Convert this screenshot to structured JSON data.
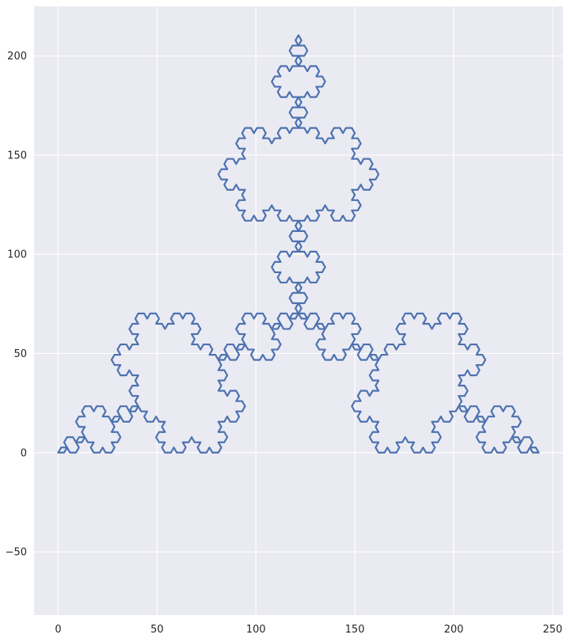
{
  "chart_data": {
    "type": "line",
    "title": "",
    "xlabel": "",
    "ylabel": "",
    "xlim": [
      -12.2,
      255.2
    ],
    "ylim": [
      -81.9,
      225.0
    ],
    "x_ticks": [
      0,
      50,
      100,
      150,
      200,
      250
    ],
    "y_ticks": [
      -50,
      0,
      50,
      100,
      150,
      200
    ],
    "x_tick_labels": [
      "0",
      "50",
      "100",
      "150",
      "200",
      "250"
    ],
    "y_tick_labels": [
      "−50",
      "0",
      "50",
      "100",
      "150",
      "200"
    ],
    "grid": true,
    "legend": "none",
    "series": [
      {
        "curve": "Koch snowflake (iteration 4)",
        "vertices": [
          [
            0,
            0
          ],
          [
            243,
            0
          ],
          [
            121.5,
            210.444
          ]
        ],
        "iterations": 4,
        "closed": true,
        "point_count": 769
      }
    ]
  },
  "style": {
    "background": "#eaeaf2",
    "grid_color": "#ffffff",
    "line_color": "#4c72b0",
    "text_color": "#262626"
  }
}
